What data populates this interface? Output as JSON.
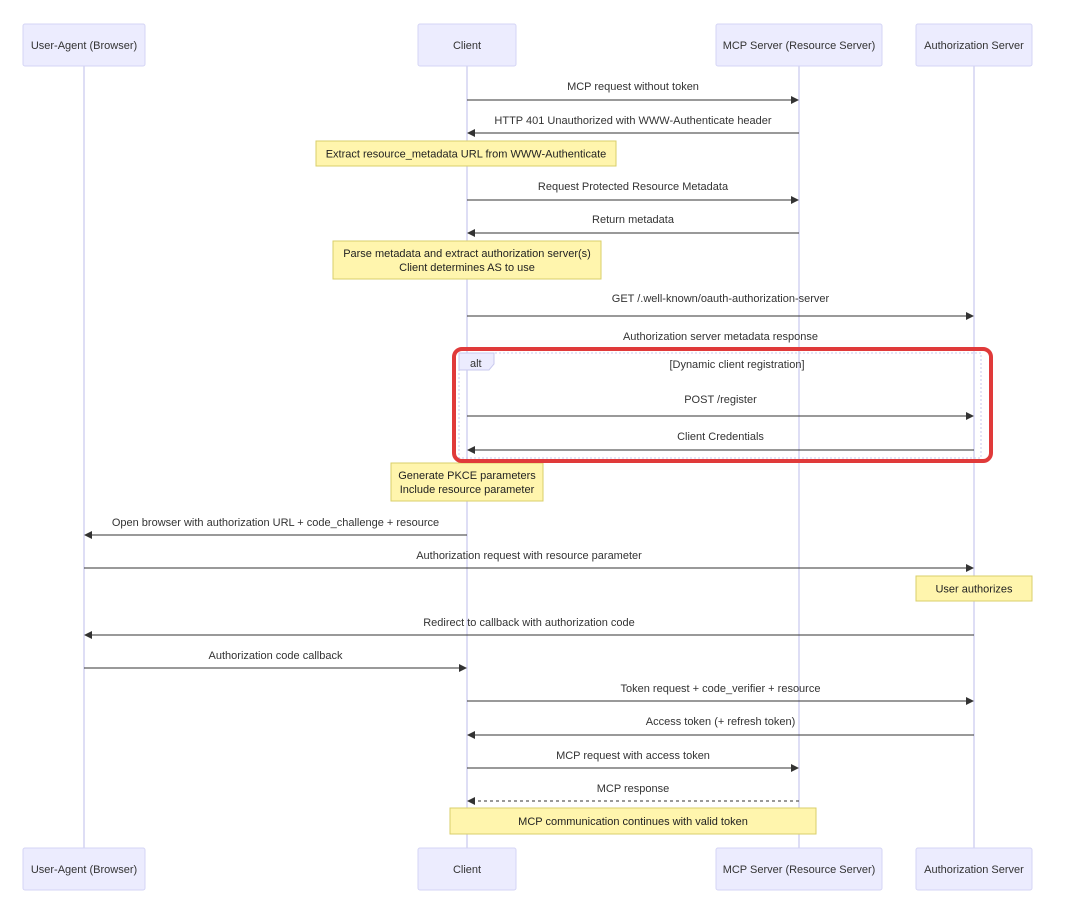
{
  "participants": [
    {
      "id": "ua",
      "label": "User-Agent (Browser)"
    },
    {
      "id": "client",
      "label": "Client"
    },
    {
      "id": "mcp",
      "label": "MCP Server (Resource Server)"
    },
    {
      "id": "as",
      "label": "Authorization Server"
    }
  ],
  "messages": [
    {
      "from": "client",
      "to": "mcp",
      "text": "MCP request without token",
      "style": "solid"
    },
    {
      "from": "mcp",
      "to": "client",
      "text": "HTTP 401 Unauthorized with WWW-Authenticate header",
      "style": "solid"
    },
    {
      "from": "client",
      "to": "mcp",
      "text": "Request Protected Resource Metadata",
      "style": "solid"
    },
    {
      "from": "mcp",
      "to": "client",
      "text": "Return metadata",
      "style": "solid"
    },
    {
      "from": "client",
      "to": "as",
      "text": "GET /.well-known/oauth-authorization-server",
      "style": "solid"
    },
    {
      "from": "as",
      "to": "client",
      "text": "Authorization server metadata response",
      "style": "none"
    },
    {
      "from": "client",
      "to": "as",
      "text": "POST /register",
      "style": "solid"
    },
    {
      "from": "as",
      "to": "client",
      "text": "Client Credentials",
      "style": "solid"
    },
    {
      "from": "client",
      "to": "ua",
      "text": "Open browser with authorization URL + code_challenge + resource",
      "style": "solid"
    },
    {
      "from": "ua",
      "to": "as",
      "text": "Authorization request with resource parameter",
      "style": "solid"
    },
    {
      "from": "as",
      "to": "ua",
      "text": "Redirect to callback with authorization code",
      "style": "solid"
    },
    {
      "from": "ua",
      "to": "client",
      "text": "Authorization code callback",
      "style": "solid"
    },
    {
      "from": "client",
      "to": "as",
      "text": "Token request + code_verifier + resource",
      "style": "solid"
    },
    {
      "from": "as",
      "to": "client",
      "text": "Access token (+ refresh token)",
      "style": "solid"
    },
    {
      "from": "client",
      "to": "mcp",
      "text": "MCP request with access token",
      "style": "solid"
    },
    {
      "from": "mcp",
      "to": "client",
      "text": "MCP response",
      "style": "dashed"
    }
  ],
  "notes": [
    {
      "lines": [
        "Extract resource_metadata URL from WWW-Authenticate"
      ]
    },
    {
      "lines": [
        "Parse metadata and extract authorization server(s)",
        "Client determines AS to use"
      ]
    },
    {
      "lines": [
        "Generate PKCE parameters",
        "Include resource parameter"
      ]
    },
    {
      "lines": [
        "User authorizes"
      ]
    },
    {
      "lines": [
        "MCP communication continues with valid token"
      ]
    }
  ],
  "alt_block": {
    "label": "alt",
    "condition": "[Dynamic client registration]"
  },
  "colors": {
    "actor_fill": "#ececfe",
    "note_fill": "#fff5ad",
    "highlight": "#e03a3a"
  }
}
